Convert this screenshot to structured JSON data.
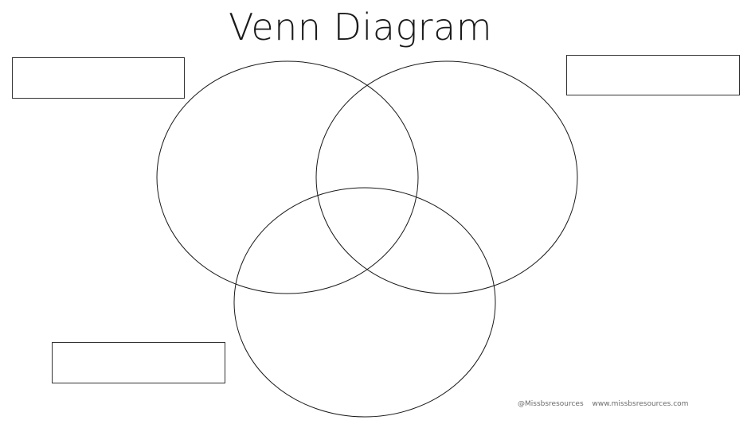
{
  "title": "Venn Diagram",
  "circle_labels": {
    "top_left": "",
    "top_right": "",
    "bottom": ""
  },
  "footer": {
    "handle": "@Missbsresources",
    "website": "www.missbsresources.com"
  },
  "colors": {
    "background": "#ffffff",
    "stroke": "#1a1a1a",
    "title_text": "#1a1a1a",
    "footer_text": "#6b6b6b"
  }
}
